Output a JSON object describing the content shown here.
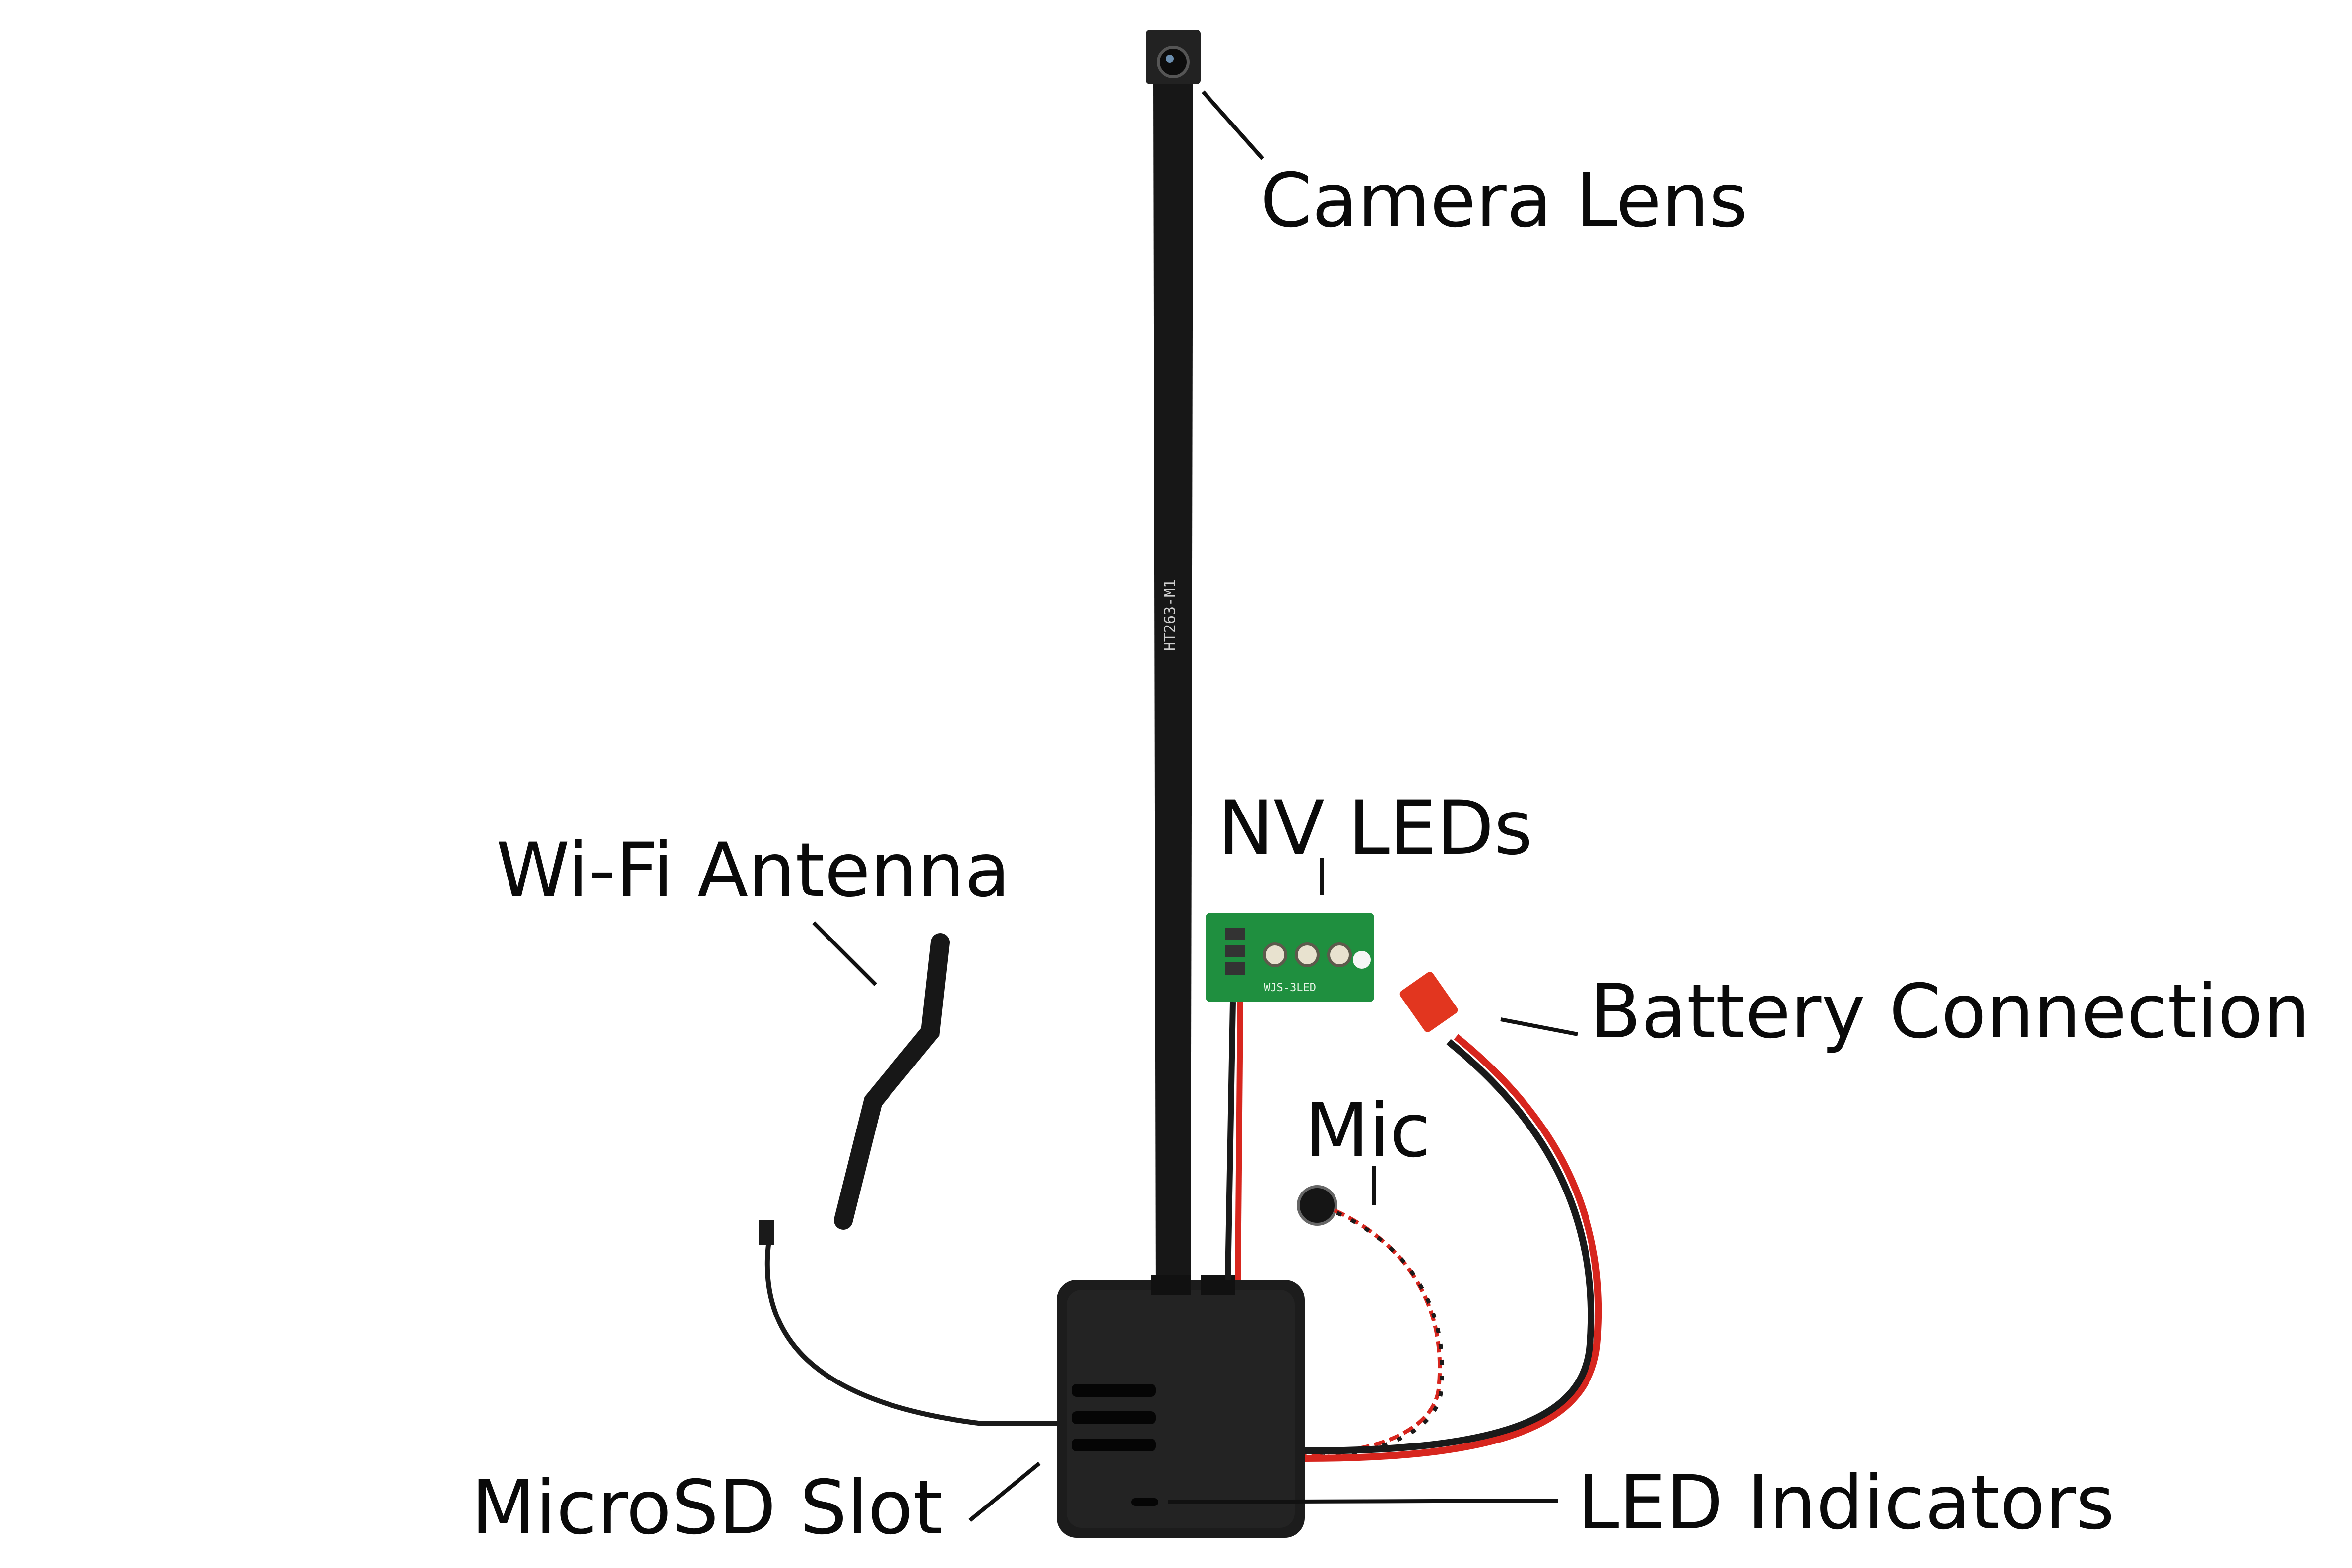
{
  "labels": {
    "camera_lens": "Camera Lens",
    "nv_leds": "NV LEDs",
    "wifi_antenna": "Wi-Fi Antenna",
    "battery_connection": "Battery Connection",
    "mic": "Mic",
    "microsd_slot": "MicroSD Slot",
    "led_indicators": "LED Indicators"
  },
  "markings": {
    "ribbon_text": "HT263-M1",
    "led_board_text": "WJS-3LED"
  },
  "colors": {
    "board": "#1f8f3f",
    "housing": "#1c1c1c",
    "wire_red": "#d7261e",
    "wire_black": "#1a1a1a",
    "connector": "#e2361f"
  }
}
